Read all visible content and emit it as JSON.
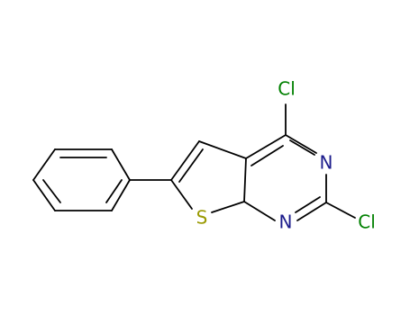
{
  "molecule": {
    "atoms": {
      "cl_top": {
        "label": "Cl",
        "color": "#008000"
      },
      "cl_right": {
        "label": "Cl",
        "color": "#008000"
      },
      "n_upper": {
        "label": "N",
        "color": "#1c1c8c"
      },
      "n_lower": {
        "label": "N",
        "color": "#1c1c8c"
      },
      "s": {
        "label": "S",
        "color": "#999900"
      }
    },
    "colors": {
      "bond": "#000000",
      "background": "#ffffff"
    }
  }
}
